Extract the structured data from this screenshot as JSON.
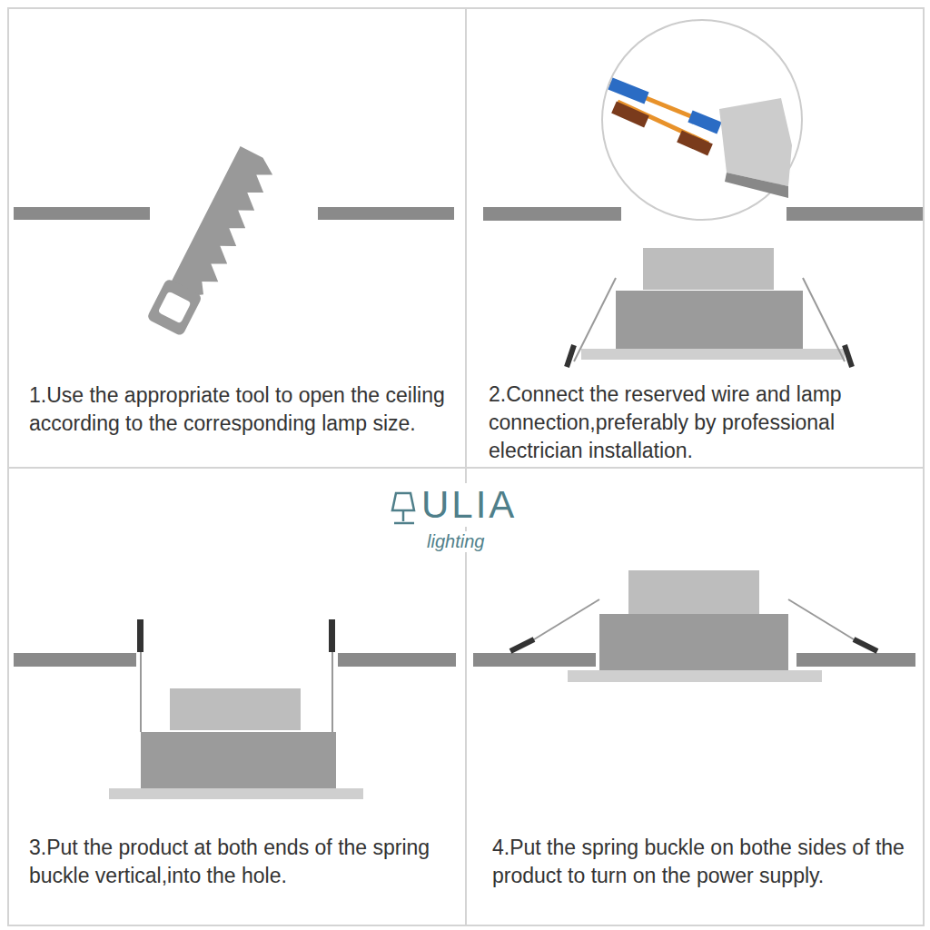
{
  "diagram": {
    "nodes": [
      {
        "text": [
          "1.Use the appropriate tool to open the ceiling according to the corresponding lamp size."
        ]
      },
      {
        "text": [
          "2.Connect the reserved wire and lamp connection,preferably by professional electrician installation."
        ]
      },
      {
        "text": [
          "3.Put the product at both ends of the spring buckle vertical,into the hole."
        ]
      },
      {
        "text": [
          "4.Put the spring buckle on bothe sides of the product to turn on the power supply."
        ]
      }
    ],
    "labels": [
      "ULIA",
      "lighting"
    ]
  }
}
